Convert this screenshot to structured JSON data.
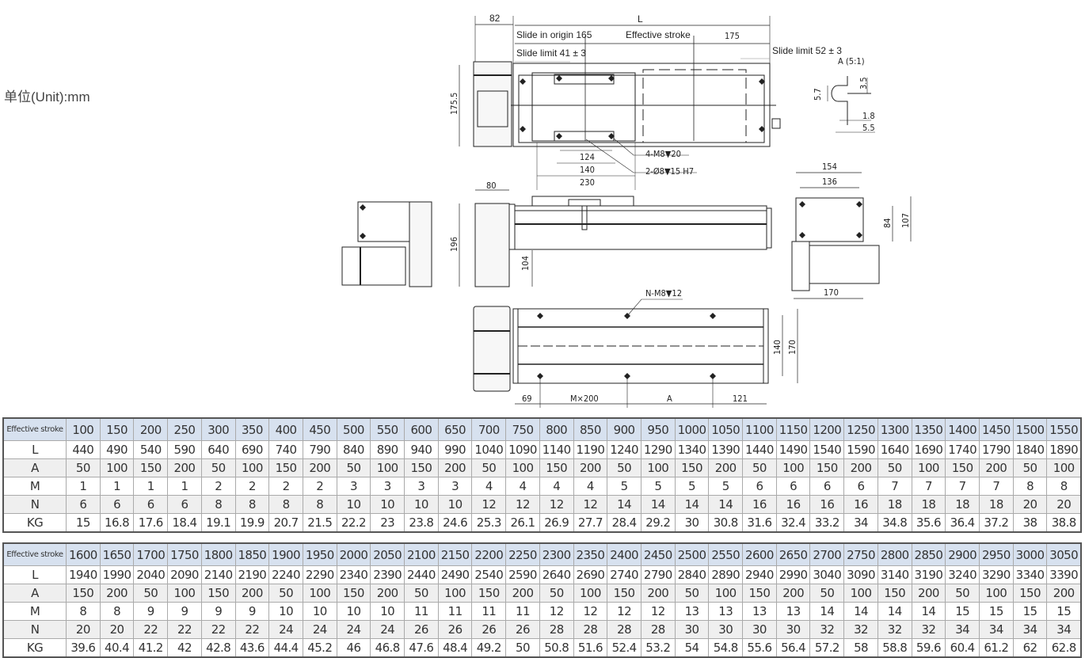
{
  "unit_label": "单位(Unit):mm",
  "drawing": {
    "top_view": {
      "dim_82": "82",
      "dim_L": "L",
      "slide_in_origin": "Slide in origin 165",
      "effective_stroke": "Effective stroke",
      "dim_175": "175",
      "slide_limit_left": "Slide limit 41 ± 3",
      "slide_limit_right": "Slide limit 52 ± 3",
      "detail_a": "A (5:1)",
      "dim_175_5": "175.5",
      "hole_m8": "4-M8▼20",
      "hole_pin": "2-Ø8▼15 H7",
      "dim_124": "124",
      "dim_140": "140",
      "dim_230": "230"
    },
    "detail": {
      "d3_5": "3.5",
      "d5_7": "5.7",
      "d1_8": "1.8",
      "d5_5": "5.5"
    },
    "side_view": {
      "dim_80": "80",
      "dim_196": "196",
      "dim_104": "104"
    },
    "end_view": {
      "dim_154": "154",
      "dim_136": "136",
      "dim_84": "84",
      "dim_107": "107",
      "dim_170": "170"
    },
    "bottom_view": {
      "hole_label": "N-M8▼12",
      "dim_140": "140",
      "dim_170": "170",
      "dim_69": "69",
      "dim_mx200": "M×200",
      "dim_a": "A",
      "dim_121": "121"
    }
  },
  "tables": [
    {
      "rows": [
        {
          "label": "Effective stroke",
          "values": [
            "100",
            "150",
            "200",
            "250",
            "300",
            "350",
            "400",
            "450",
            "500",
            "550",
            "600",
            "650",
            "700",
            "750",
            "800",
            "850",
            "900",
            "950",
            "1000",
            "1050",
            "1100",
            "1150",
            "1200",
            "1250",
            "1300",
            "1350",
            "1400",
            "1450",
            "1500",
            "1550"
          ]
        },
        {
          "label": "L",
          "values": [
            "440",
            "490",
            "540",
            "590",
            "640",
            "690",
            "740",
            "790",
            "840",
            "890",
            "940",
            "990",
            "1040",
            "1090",
            "1140",
            "1190",
            "1240",
            "1290",
            "1340",
            "1390",
            "1440",
            "1490",
            "1540",
            "1590",
            "1640",
            "1690",
            "1740",
            "1790",
            "1840",
            "1890"
          ]
        },
        {
          "label": "A",
          "values": [
            "50",
            "100",
            "150",
            "200",
            "50",
            "100",
            "150",
            "200",
            "50",
            "100",
            "150",
            "200",
            "50",
            "100",
            "150",
            "200",
            "50",
            "100",
            "150",
            "200",
            "50",
            "100",
            "150",
            "200",
            "50",
            "100",
            "150",
            "200",
            "50",
            "100"
          ]
        },
        {
          "label": "M",
          "values": [
            "1",
            "1",
            "1",
            "1",
            "2",
            "2",
            "2",
            "2",
            "3",
            "3",
            "3",
            "3",
            "4",
            "4",
            "4",
            "4",
            "5",
            "5",
            "5",
            "5",
            "6",
            "6",
            "6",
            "6",
            "7",
            "7",
            "7",
            "7",
            "8",
            "8"
          ]
        },
        {
          "label": "N",
          "values": [
            "6",
            "6",
            "6",
            "6",
            "8",
            "8",
            "8",
            "8",
            "10",
            "10",
            "10",
            "10",
            "12",
            "12",
            "12",
            "12",
            "14",
            "14",
            "14",
            "14",
            "16",
            "16",
            "16",
            "16",
            "18",
            "18",
            "18",
            "18",
            "20",
            "20"
          ]
        },
        {
          "label": "KG",
          "values": [
            "15",
            "16.8",
            "17.6",
            "18.4",
            "19.1",
            "19.9",
            "20.7",
            "21.5",
            "22.2",
            "23",
            "23.8",
            "24.6",
            "25.3",
            "26.1",
            "26.9",
            "27.7",
            "28.4",
            "29.2",
            "30",
            "30.8",
            "31.6",
            "32.4",
            "33.2",
            "34",
            "34.8",
            "35.6",
            "36.4",
            "37.2",
            "38",
            "38.8"
          ]
        }
      ]
    },
    {
      "rows": [
        {
          "label": "Effective stroke",
          "values": [
            "1600",
            "1650",
            "1700",
            "1750",
            "1800",
            "1850",
            "1900",
            "1950",
            "2000",
            "2050",
            "2100",
            "2150",
            "2200",
            "2250",
            "2300",
            "2350",
            "2400",
            "2450",
            "2500",
            "2550",
            "2600",
            "2650",
            "2700",
            "2750",
            "2800",
            "2850",
            "2900",
            "2950",
            "3000",
            "3050"
          ]
        },
        {
          "label": "L",
          "values": [
            "1940",
            "1990",
            "2040",
            "2090",
            "2140",
            "2190",
            "2240",
            "2290",
            "2340",
            "2390",
            "2440",
            "2490",
            "2540",
            "2590",
            "2640",
            "2690",
            "2740",
            "2790",
            "2840",
            "2890",
            "2940",
            "2990",
            "3040",
            "3090",
            "3140",
            "3190",
            "3240",
            "3290",
            "3340",
            "3390"
          ]
        },
        {
          "label": "A",
          "values": [
            "150",
            "200",
            "50",
            "100",
            "150",
            "200",
            "50",
            "100",
            "150",
            "200",
            "50",
            "100",
            "150",
            "200",
            "50",
            "100",
            "150",
            "200",
            "50",
            "100",
            "150",
            "200",
            "50",
            "100",
            "150",
            "200",
            "50",
            "100",
            "150",
            "200"
          ]
        },
        {
          "label": "M",
          "values": [
            "8",
            "8",
            "9",
            "9",
            "9",
            "9",
            "10",
            "10",
            "10",
            "10",
            "11",
            "11",
            "11",
            "11",
            "12",
            "12",
            "12",
            "12",
            "13",
            "13",
            "13",
            "13",
            "14",
            "14",
            "14",
            "14",
            "15",
            "15",
            "15",
            "15"
          ]
        },
        {
          "label": "N",
          "values": [
            "20",
            "20",
            "22",
            "22",
            "22",
            "22",
            "24",
            "24",
            "24",
            "24",
            "26",
            "26",
            "26",
            "26",
            "28",
            "28",
            "28",
            "28",
            "30",
            "30",
            "30",
            "30",
            "32",
            "32",
            "32",
            "32",
            "34",
            "34",
            "34",
            "34"
          ]
        },
        {
          "label": "KG",
          "values": [
            "39.6",
            "40.4",
            "41.2",
            "42",
            "42.8",
            "43.6",
            "44.4",
            "45.2",
            "46",
            "46.8",
            "47.6",
            "48.4",
            "49.2",
            "50",
            "50.8",
            "51.6",
            "52.4",
            "53.2",
            "54",
            "54.8",
            "55.6",
            "56.4",
            "57.2",
            "58",
            "58.8",
            "59.6",
            "60.4",
            "61.2",
            "62",
            "62.8"
          ]
        }
      ]
    }
  ]
}
